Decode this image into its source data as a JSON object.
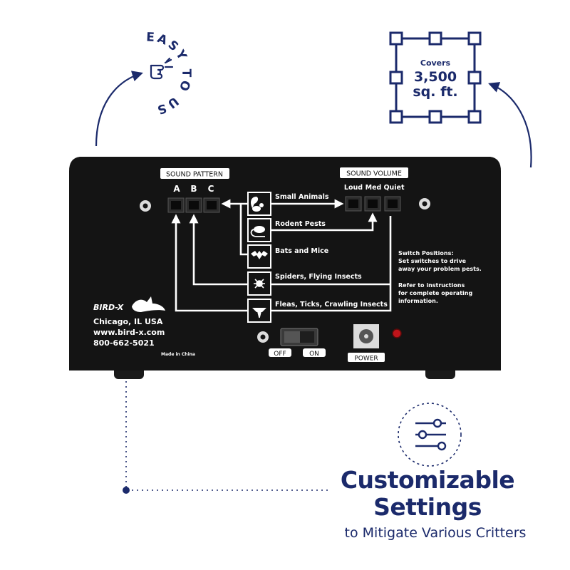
{
  "badge_easy": {
    "text": "EASY TO USE"
  },
  "badge_cover": {
    "line1": "Covers",
    "line2": "3,500",
    "line3": "sq. ft."
  },
  "device": {
    "sound_pattern_label": "SOUND PATTERN",
    "pattern_switches": [
      "A",
      "B",
      "C"
    ],
    "sound_volume_label": "SOUND VOLUME",
    "volume_switches": [
      "Loud",
      "Med",
      "Quiet"
    ],
    "pests": [
      {
        "label": "Small Animals",
        "icon": "squirrel-icon"
      },
      {
        "label": "Rodent Pests",
        "icon": "rat-icon"
      },
      {
        "label": "Bats and Mice",
        "icon": "bat-icon"
      },
      {
        "label": "Spiders, Flying Insects",
        "icon": "spider-icon"
      },
      {
        "label": "Fleas, Ticks, Crawling Insects",
        "icon": "tick-icon"
      }
    ],
    "switch_positions_title": "Switch Positions:",
    "switch_positions_lines": [
      "Set switches to drive",
      "away your problem pests."
    ],
    "refer_lines": [
      "Refer to instructions",
      "for complete operating",
      "information."
    ],
    "brand": "BIRD-X",
    "city": "Chicago, IL USA",
    "website": "www.bird-x.com",
    "phone": "800-662-5021",
    "made_in": "Made in China",
    "off_label": "OFF",
    "on_label": "ON",
    "power_label": "POWER"
  },
  "feature": {
    "icon": "sliders-icon",
    "title_line1": "Customizable",
    "title_line2": "Settings",
    "subtitle": "to Mitigate Various Critters"
  },
  "colors": {
    "navy": "#1b2a6b",
    "panel": "#141414",
    "led": "#c0141a"
  }
}
